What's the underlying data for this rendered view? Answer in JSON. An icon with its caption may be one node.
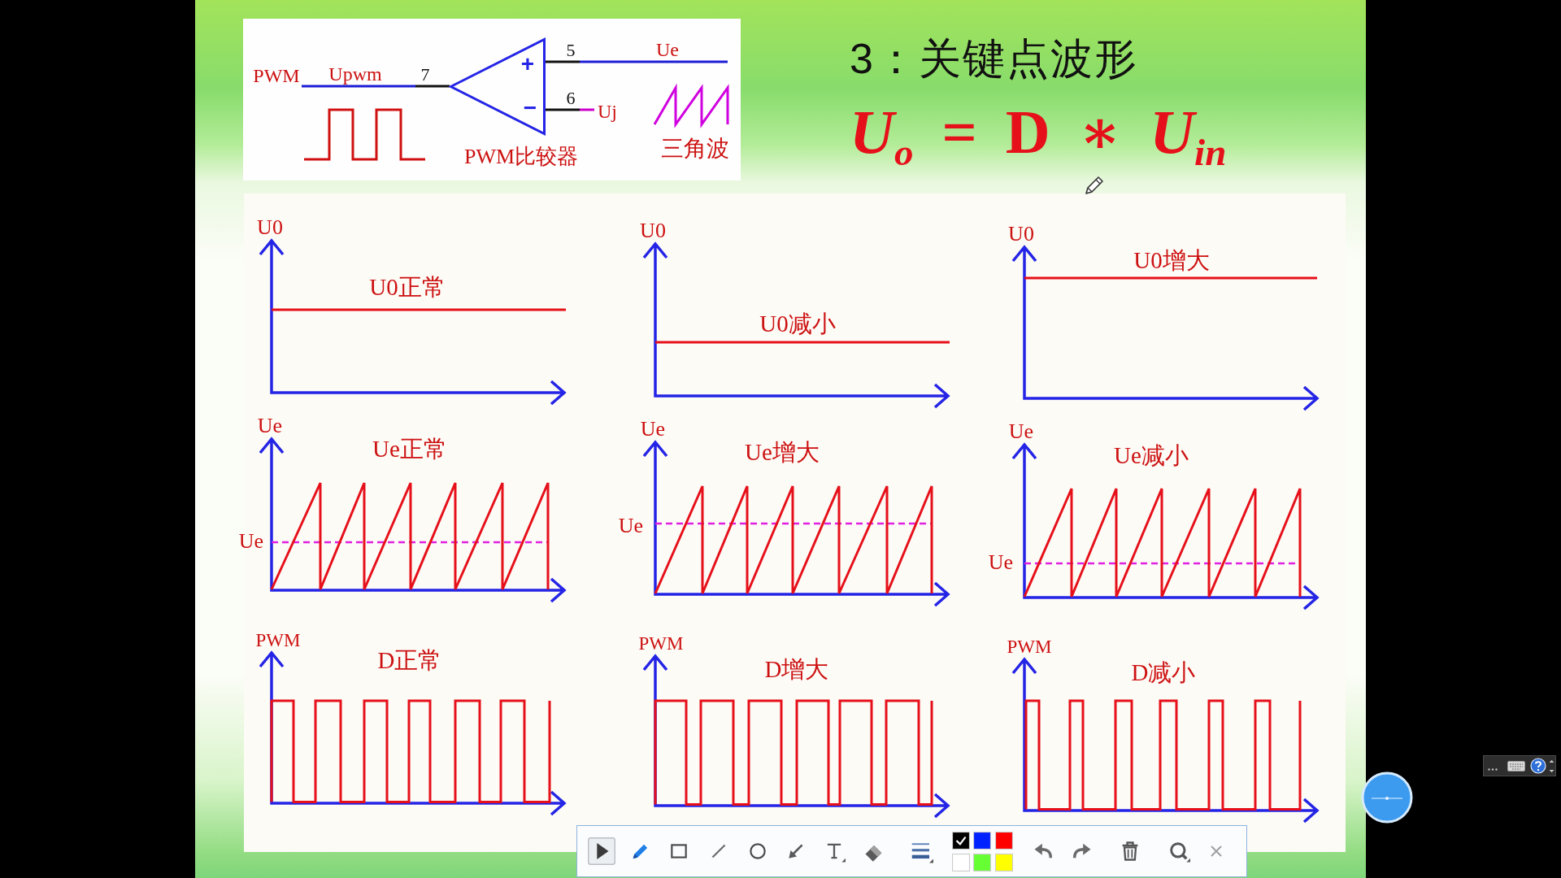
{
  "diagram": {
    "title": "3：关键点波形",
    "nodes": [
      {
        "text": [
          "+",
          "−"
        ],
        "beside": [
          "PWM比较器"
        ]
      },
      {
        "text": [
          "PWM"
        ]
      },
      {
        "text": [
          "Uj"
        ]
      }
    ],
    "edges": [
      {
        "from": 0,
        "to": 1,
        "arrow": "none",
        "label": "Upwm"
      },
      {
        "from": 0,
        "to": null,
        "arrow": "none",
        "label": "Ue"
      },
      {
        "from": 0,
        "to": 2,
        "arrow": "none",
        "color": "#cc00cc"
      }
    ],
    "labels": [
      "5",
      "7",
      "6",
      "三角波",
      "*U*$_{o}$ = D ∗ *U*$_{in}$",
      "U0",
      "U0正常",
      "U0",
      "U0减小",
      "U0",
      "U0增大",
      "Ue",
      "Ue正常",
      "Ue",
      "Ue",
      "Ue增大",
      "Ue",
      "Ue",
      "Ue减小",
      "Ue",
      "PWM",
      "D正常",
      "PWM",
      "D增大",
      "PWM",
      "D减小"
    ]
  }
}
